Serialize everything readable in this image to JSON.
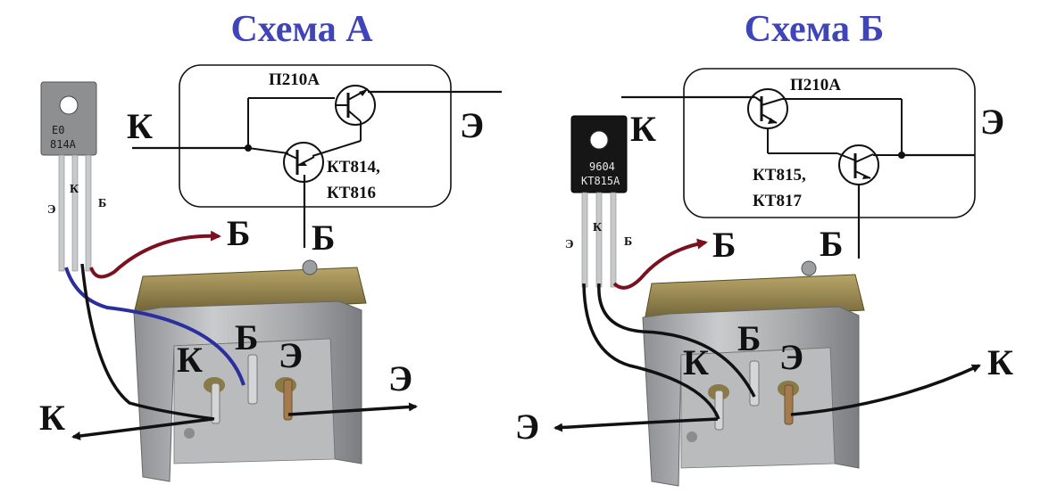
{
  "colors": {
    "title": "#3f45b8",
    "wire_dark": "#111111",
    "wire_blue": "#2b2f9e",
    "arrow_red": "#7a1020",
    "heatsink": "#a9abad",
    "plate": "#8a7a46",
    "transistor_grey": "#8d8f91",
    "transistor_black": "#161616"
  },
  "scheme_a": {
    "title": "Схема А",
    "power_transistor": "П210А",
    "driver_transistor_line1": "КТ814,",
    "driver_transistor_line2": "КТ816",
    "terminal_k": "К",
    "terminal_e": "Э",
    "terminal_b": "Б",
    "chip_marking_line1": "E0",
    "chip_marking_line2": "814A",
    "pin_e": "Э",
    "pin_k": "К",
    "pin_b": "Б",
    "wire_arrow_b": "Б",
    "heatsink_k": "К",
    "heatsink_b": "Б",
    "heatsink_e": "Э",
    "out_k": "К",
    "out_e": "Э"
  },
  "scheme_b": {
    "title": "Схема Б",
    "power_transistor": "П210А",
    "driver_transistor_line1": "КТ815,",
    "driver_transistor_line2": "КТ817",
    "terminal_k": "К",
    "terminal_e": "Э",
    "terminal_b": "Б",
    "chip_marking_line1": "9604",
    "chip_marking_line2": "КТ815А",
    "pin_e": "Э",
    "pin_k": "К",
    "pin_b": "Б",
    "wire_arrow_b": "Б",
    "heatsink_k": "К",
    "heatsink_b": "Б",
    "heatsink_e": "Э",
    "out_e": "Э",
    "out_k": "К"
  }
}
